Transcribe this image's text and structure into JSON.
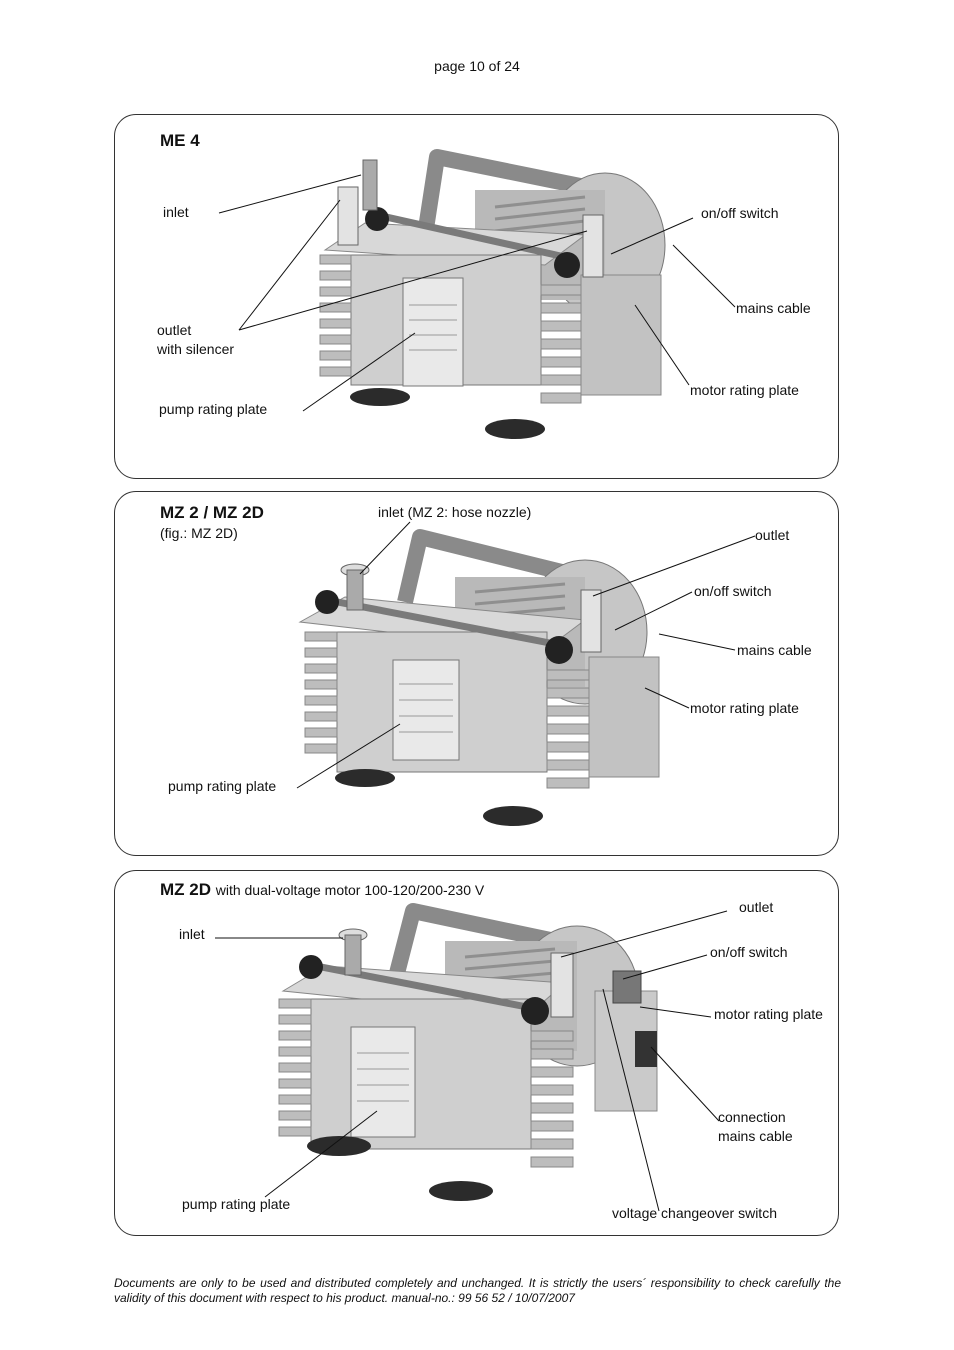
{
  "header": {
    "page": "page 10 of 24"
  },
  "panels": [
    {
      "title": "ME 4",
      "labels": {
        "inlet": "inlet",
        "outlet": [
          "outlet",
          "with silencer"
        ],
        "pump_rating_plate": "pump rating plate",
        "on_off_switch": "on/off switch",
        "mains_cable": "mains cable",
        "motor_rating_plate": "motor rating plate"
      }
    },
    {
      "title": "MZ 2 / MZ 2D",
      "note": "(fig.: MZ 2D)",
      "labels": {
        "inlet": "inlet (MZ 2: hose nozzle)",
        "outlet": "outlet",
        "on_off_switch": "on/off switch",
        "mains_cable": "mains cable",
        "motor_rating_plate": "motor rating plate",
        "pump_rating_plate": "pump rating plate"
      }
    },
    {
      "title": "MZ 2D",
      "subtitle": "with dual-voltage motor  100-120/200-230 V",
      "labels": {
        "inlet": "inlet",
        "outlet": "outlet",
        "on_off_switch": "on/off switch",
        "motor_rating_plate": "motor rating plate",
        "connection_mains_cable": [
          "connection",
          "mains cable"
        ],
        "voltage_changeover_switch": "voltage changeover switch",
        "pump_rating_plate": "pump rating plate"
      }
    }
  ],
  "footer": {
    "text": "Documents are only to be used and distributed completely and unchanged. It is strictly the users´ responsibility to check carefully the validity of this document with respect to his product. manual-no.: 99 56 52  / 10/07/2007"
  }
}
